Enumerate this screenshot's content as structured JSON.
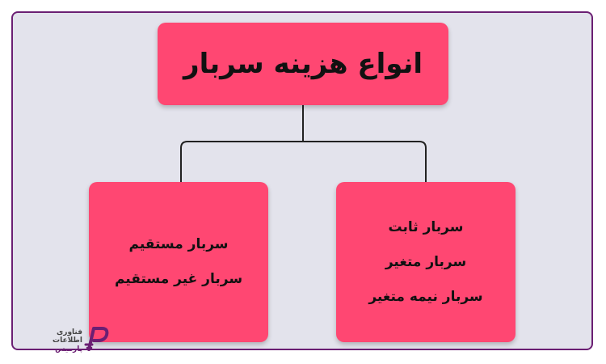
{
  "diagram": {
    "title": "انواع هزینه سربار",
    "right_branch": {
      "items": [
        "سربار ثابت",
        "سربار متغیر",
        "سربار نیمه متغیر"
      ]
    },
    "left_branch": {
      "items": [
        "سربار مستقیم",
        "سربار غیر مستقیم"
      ]
    }
  },
  "logo": {
    "line1": "فناوری",
    "line2": "اطلاعات",
    "line3": "پارمیس",
    "icon": "parmis-p-logo-icon"
  },
  "colors": {
    "box_fill": "#ff4772",
    "frame_border": "#6b1f73",
    "background": "#e3e3ec",
    "connector": "#222222"
  }
}
